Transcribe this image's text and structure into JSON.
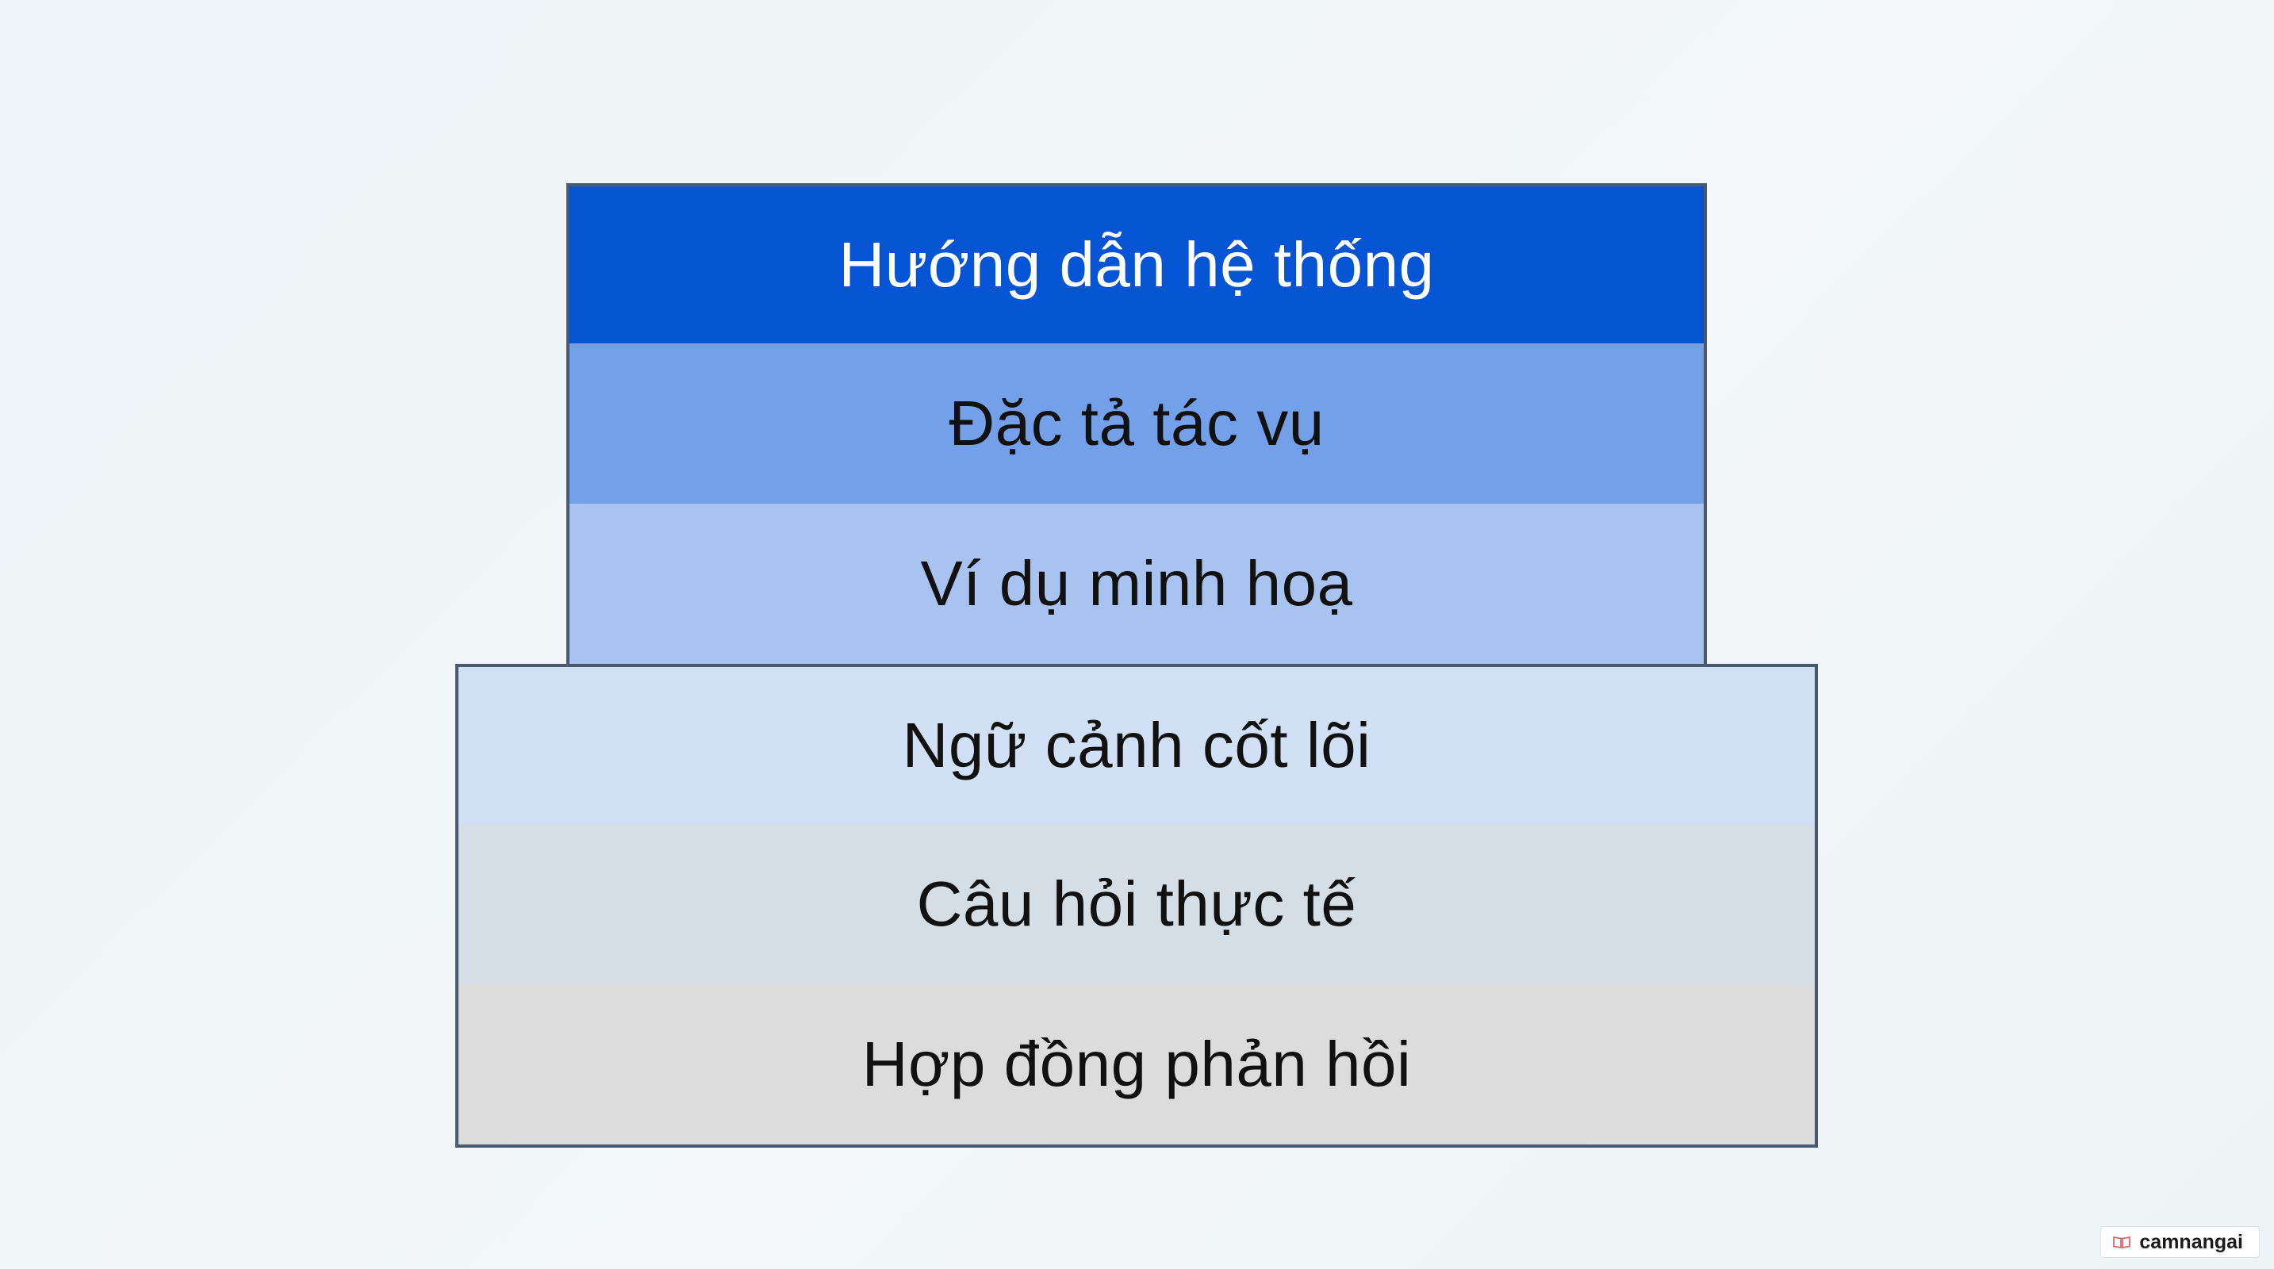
{
  "layers": [
    {
      "label": "Hướng dẫn hệ thống",
      "fill": "#0454d4",
      "text_color": "#ffffff"
    },
    {
      "label": "Đặc tả tác vụ",
      "fill": "#73a0e8",
      "text_color": "#111111"
    },
    {
      "label": "Ví dụ minh hoạ",
      "fill": "#a9c3f0",
      "text_color": "#111111"
    },
    {
      "label": "Ngữ cảnh cốt lõi",
      "fill": "#d2e0f6",
      "text_color": "#111111"
    },
    {
      "label": "Câu hỏi thực tế",
      "fill": "#d5dde5",
      "text_color": "#111111"
    },
    {
      "label": "Hợp đồng phản hồi",
      "fill": "#dcdcdc",
      "text_color": "#111111"
    }
  ],
  "watermark": {
    "text": "camnangai",
    "icon": "book-icon"
  }
}
